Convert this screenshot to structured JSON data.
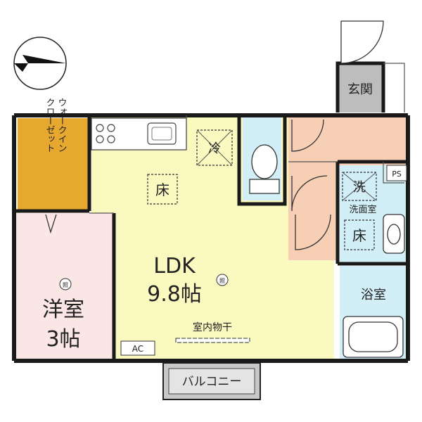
{
  "rooms": {
    "ldk_name": "LDK",
    "ldk_size": "9.8帖",
    "western_name": "洋室",
    "western_size": "3帖",
    "walkin_closet": "ウォークインクローゼット",
    "entrance": "玄関",
    "washroom": "洗面室",
    "bath": "浴室",
    "balcony": "バルコニー"
  },
  "marks": {
    "floor": "床",
    "fridge": "冷",
    "washer": "洗",
    "ps": "PS",
    "ac": "AC",
    "light": "照",
    "indoor_drying": "室内物干"
  },
  "colors": {
    "ldk": "#fafac0",
    "western": "#fbe6e6",
    "closet": "#e6a82e",
    "corridor": "#f6cfb4",
    "wet": "#d2eef6",
    "entrance": "#bdbdbd",
    "balcony": "#c8c8c8",
    "wall": "#1a1a1a"
  }
}
